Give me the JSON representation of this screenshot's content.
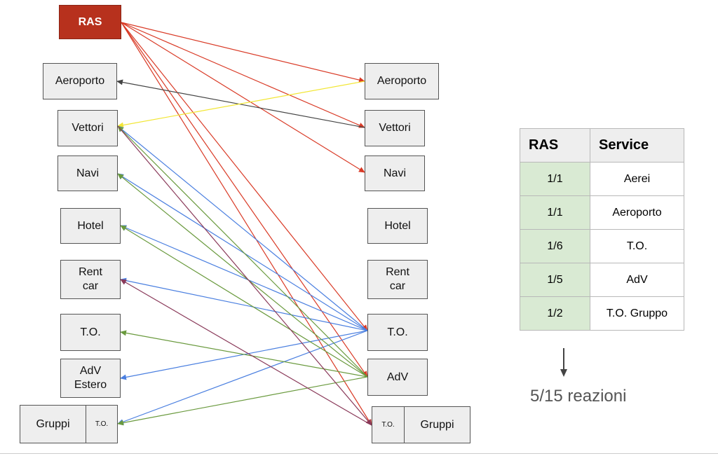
{
  "left_nodes": {
    "ras": "RAS",
    "aeroporto": "Aeroporto",
    "vettori": "Vettori",
    "navi": "Navi",
    "hotel": "Hotel",
    "rentcar": "Rent\ncar",
    "to": "T.O.",
    "adv_estero": "AdV\nEstero",
    "gruppi": "Gruppi",
    "gruppi_to": "T.O."
  },
  "right_nodes": {
    "aeroporto": "Aeroporto",
    "vettori": "Vettori",
    "navi": "Navi",
    "hotel": "Hotel",
    "rentcar": "Rent\ncar",
    "to": "T.O.",
    "adv": "AdV",
    "gruppi_to": "T.O.",
    "gruppi": "Gruppi"
  },
  "colors": {
    "red": "#d93a26",
    "dark": "#444444",
    "yellow": "#f2e633",
    "blue": "#4a7fe0",
    "green": "#6a9a3e",
    "purple": "#8a3a5a"
  },
  "edges": [
    {
      "from": "RAS",
      "to": "Aeroporto (right)",
      "color": "red"
    },
    {
      "from": "RAS",
      "to": "Vettori (right)",
      "color": "red"
    },
    {
      "from": "RAS",
      "to": "Navi (right)",
      "color": "red"
    },
    {
      "from": "RAS",
      "to": "T.O. (right)",
      "color": "red"
    },
    {
      "from": "RAS",
      "to": "AdV (right)",
      "color": "red"
    },
    {
      "from": "RAS",
      "to": "Gruppi (right)",
      "color": "red"
    },
    {
      "from": "Vettori (right)",
      "to": "Aeroporto (left)",
      "color": "dark"
    },
    {
      "from": "Aeroporto (right)",
      "to": "Vettori (left)",
      "color": "yellow"
    },
    {
      "from": "T.O. (right)",
      "to": "Vettori (left)",
      "color": "blue"
    },
    {
      "from": "T.O. (right)",
      "to": "Navi (left)",
      "color": "blue"
    },
    {
      "from": "T.O. (right)",
      "to": "Hotel (left)",
      "color": "blue"
    },
    {
      "from": "T.O. (right)",
      "to": "Rent car (left)",
      "color": "blue"
    },
    {
      "from": "T.O. (right)",
      "to": "AdV Estero (left)",
      "color": "blue"
    },
    {
      "from": "T.O. (right)",
      "to": "Gruppi (left)",
      "color": "blue"
    },
    {
      "from": "AdV (right)",
      "to": "Vettori (left)",
      "color": "green"
    },
    {
      "from": "AdV (right)",
      "to": "Navi (left)",
      "color": "green"
    },
    {
      "from": "AdV (right)",
      "to": "Hotel (left)",
      "color": "green"
    },
    {
      "from": "AdV (right)",
      "to": "T.O. (left)",
      "color": "green"
    },
    {
      "from": "AdV (right)",
      "to": "Gruppi (left)",
      "color": "green"
    },
    {
      "from": "Vettori (left)",
      "to": "Gruppi (right)",
      "color": "purple"
    },
    {
      "from": "Gruppi (right)",
      "to": "Rent car (left)",
      "color": "purple"
    }
  ],
  "table": {
    "headers": [
      "RAS",
      "Service"
    ],
    "rows": [
      {
        "ras": "1/1",
        "service": "Aerei"
      },
      {
        "ras": "1/1",
        "service": "Aeroporto"
      },
      {
        "ras": "1/6",
        "service": "T.O."
      },
      {
        "ras": "1/5",
        "service": "AdV"
      },
      {
        "ras": "1/2",
        "service": "T.O. Gruppo"
      }
    ]
  },
  "result": "5/15 reazioni"
}
